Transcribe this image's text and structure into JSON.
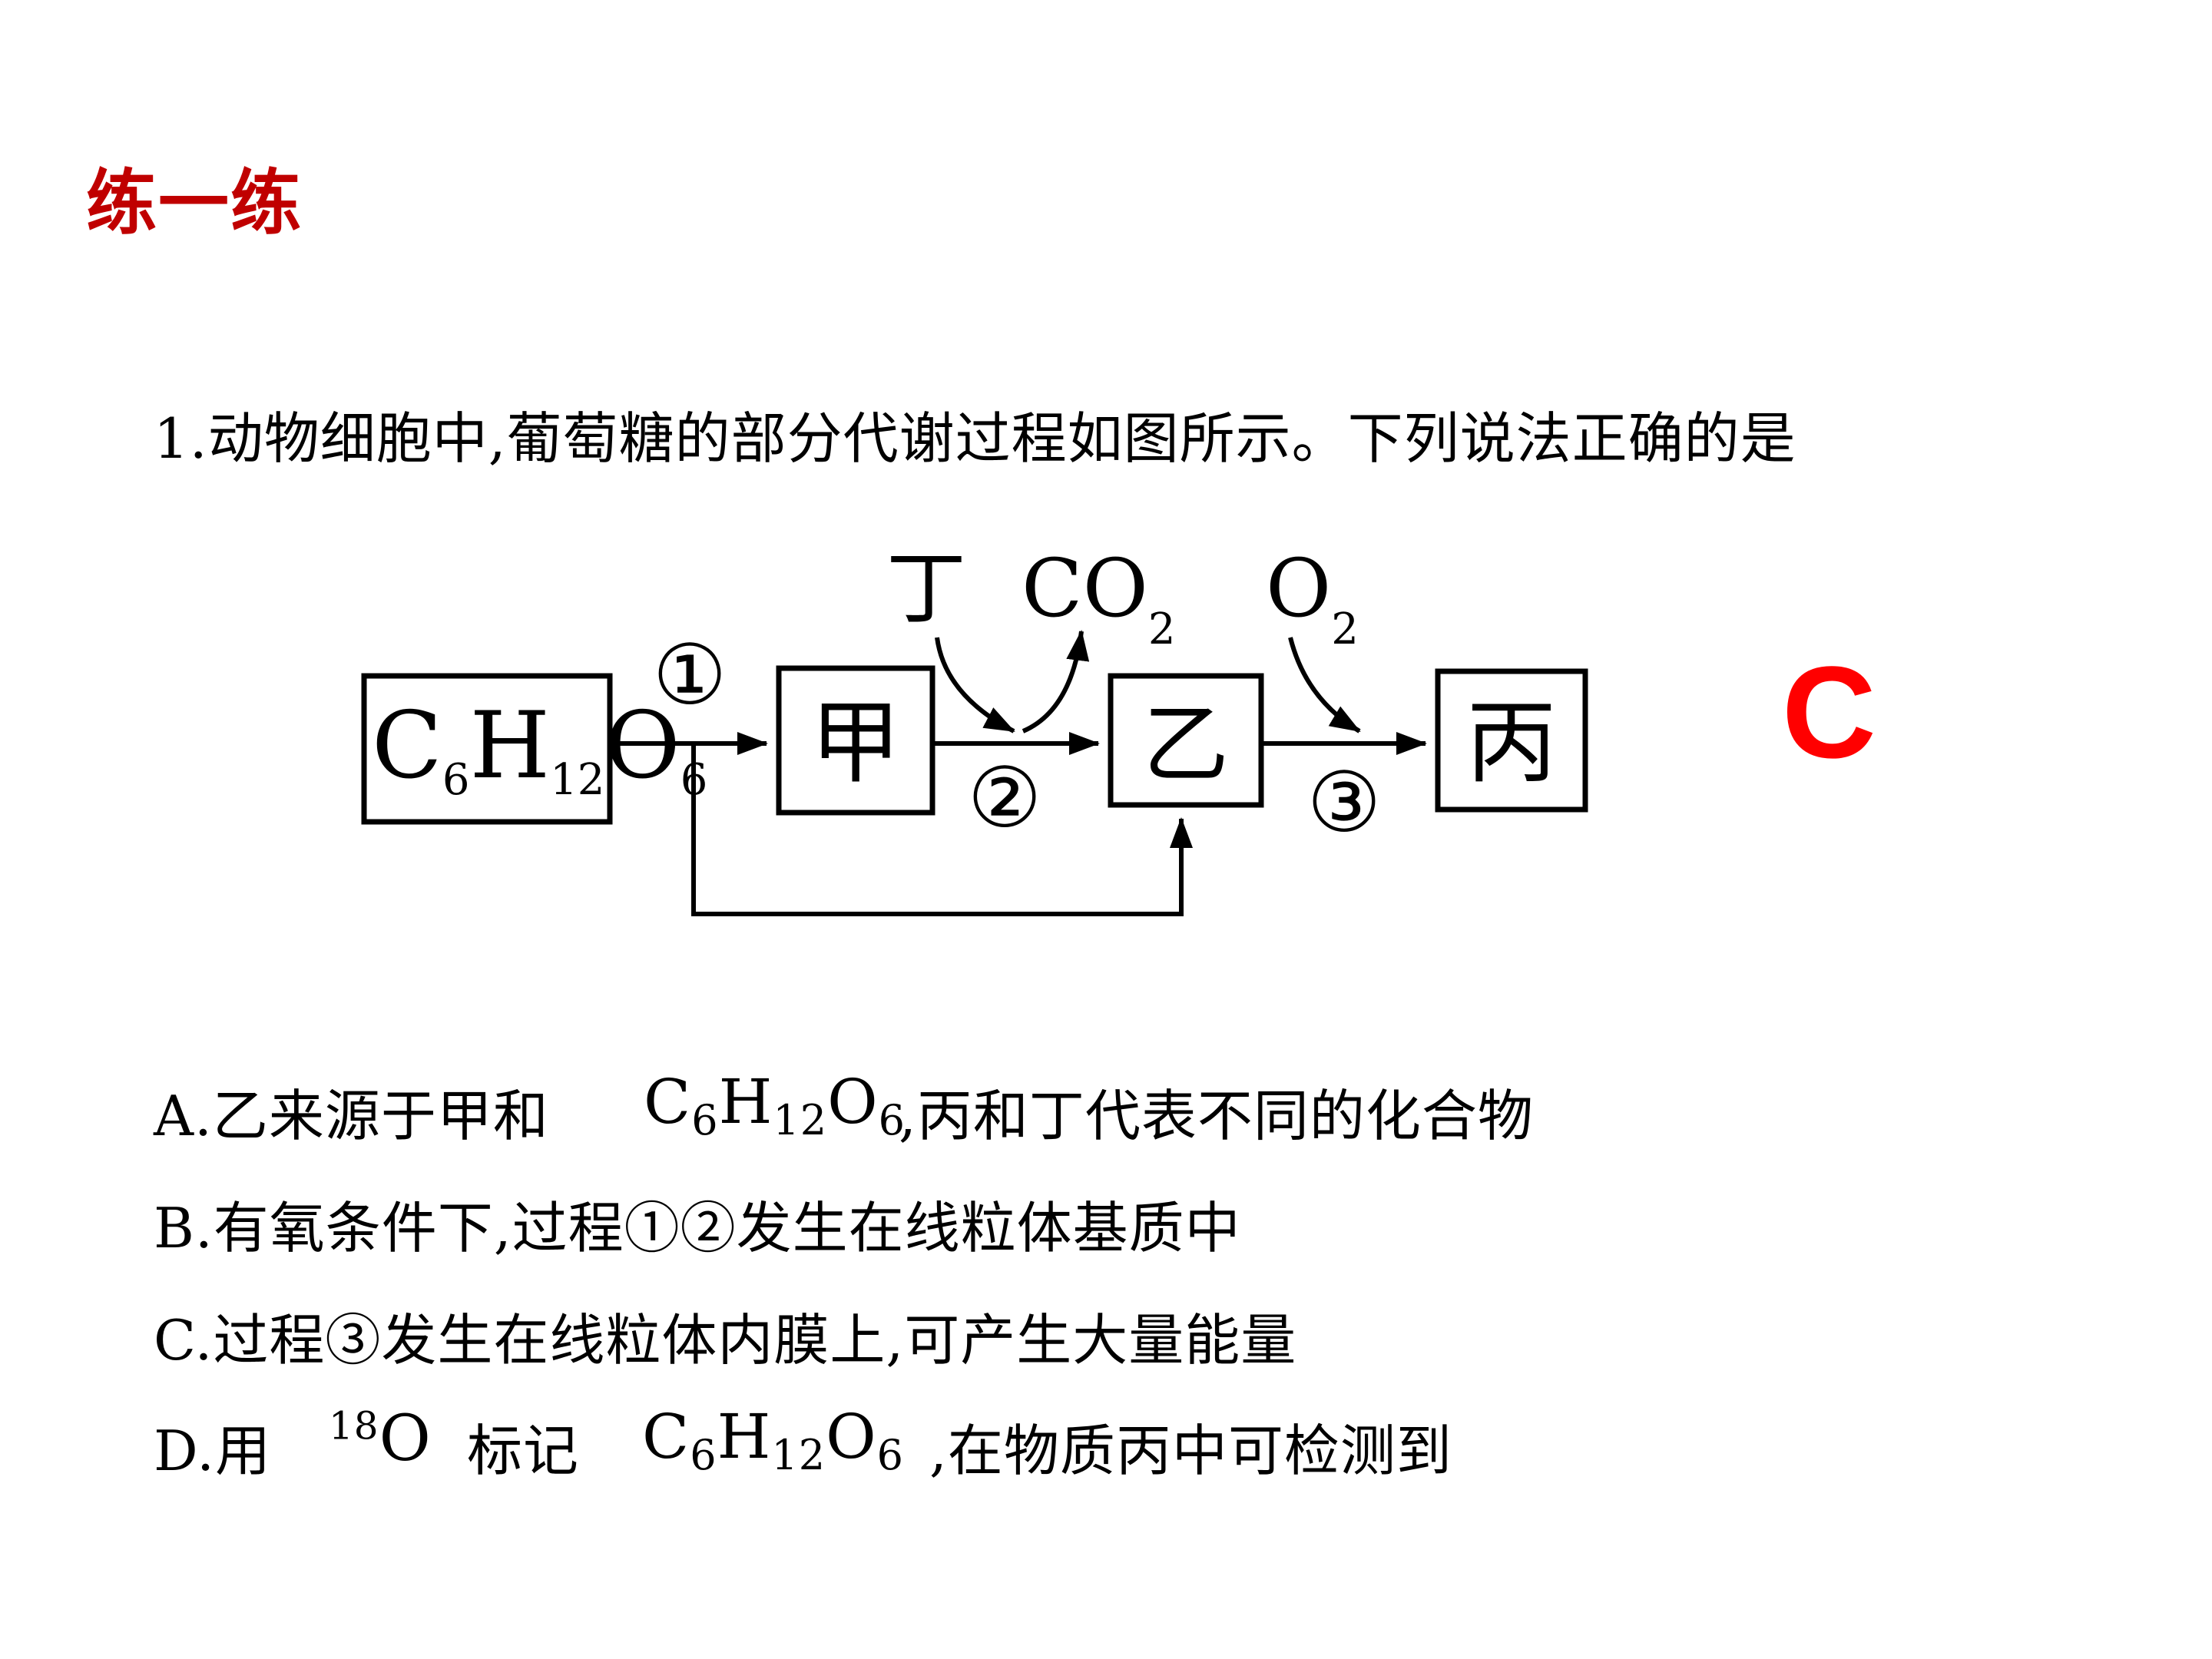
{
  "page": {
    "title": "练一练",
    "answer": "C"
  },
  "question": {
    "text": "1.动物细胞中,葡萄糖的部分代谢过程如图所示。下列说法正确的是"
  },
  "diagram": {
    "start_box": {
      "C": "C",
      "C_sub": "6",
      "H": "H",
      "H_sub": "12",
      "O": "O",
      "O_sub": "6"
    },
    "box_jia": "甲",
    "box_yi": "乙",
    "box_bing": "丙",
    "input_ding": "丁",
    "output_co2": "CO",
    "output_co2_sub": "2",
    "input_o2": "O",
    "input_o2_sub": "2",
    "step_1": "①",
    "step_2": "②",
    "step_3": "③"
  },
  "options": {
    "a": {
      "prefix": "A.乙来源于甲和",
      "formula": {
        "C": "C",
        "c_sub": "6",
        "H": "H",
        "h_sub": "12",
        "O": "O",
        "o_sub": "6"
      },
      "suffix": ",丙和丁代表不同的化合物"
    },
    "b": {
      "text": "B.有氧条件下,过程①②发生在线粒体基质中"
    },
    "c": {
      "text": "C.过程③发生在线粒体内膜上,可产生大量能量"
    },
    "d": {
      "prefix": "D.用",
      "iso_mass": "18",
      "iso_symbol": "O",
      "middle": "标记",
      "formula": {
        "C": "C",
        "c_sub": "6",
        "H": "H",
        "h_sub": "12",
        "O": "O",
        "o_sub": "6"
      },
      "suffix": ",在物质丙中可检测到"
    }
  }
}
